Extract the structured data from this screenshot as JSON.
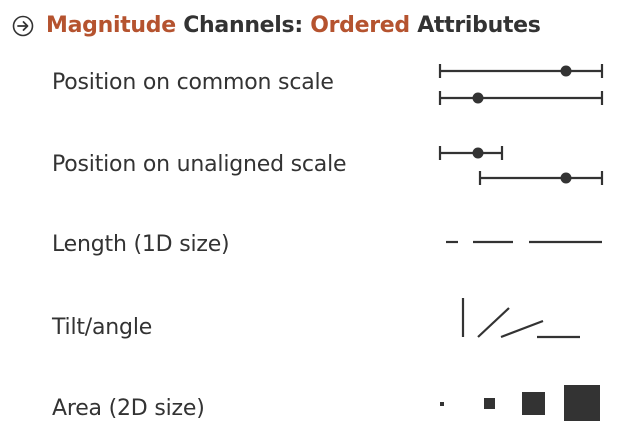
{
  "header": {
    "title_part1": "Magnitude",
    "title_part2": " Channels: ",
    "title_part3": "Ordered",
    "title_part4": " Attributes",
    "icon": "arrow-right-circle-icon",
    "accent_color": "#b5532f",
    "text_color": "#333333"
  },
  "rows": [
    {
      "label": "Position on common scale"
    },
    {
      "label": "Position on unaligned scale"
    },
    {
      "label": "Length (1D size)"
    },
    {
      "label": "Tilt/angle"
    },
    {
      "label": "Area (2D size)"
    }
  ]
}
